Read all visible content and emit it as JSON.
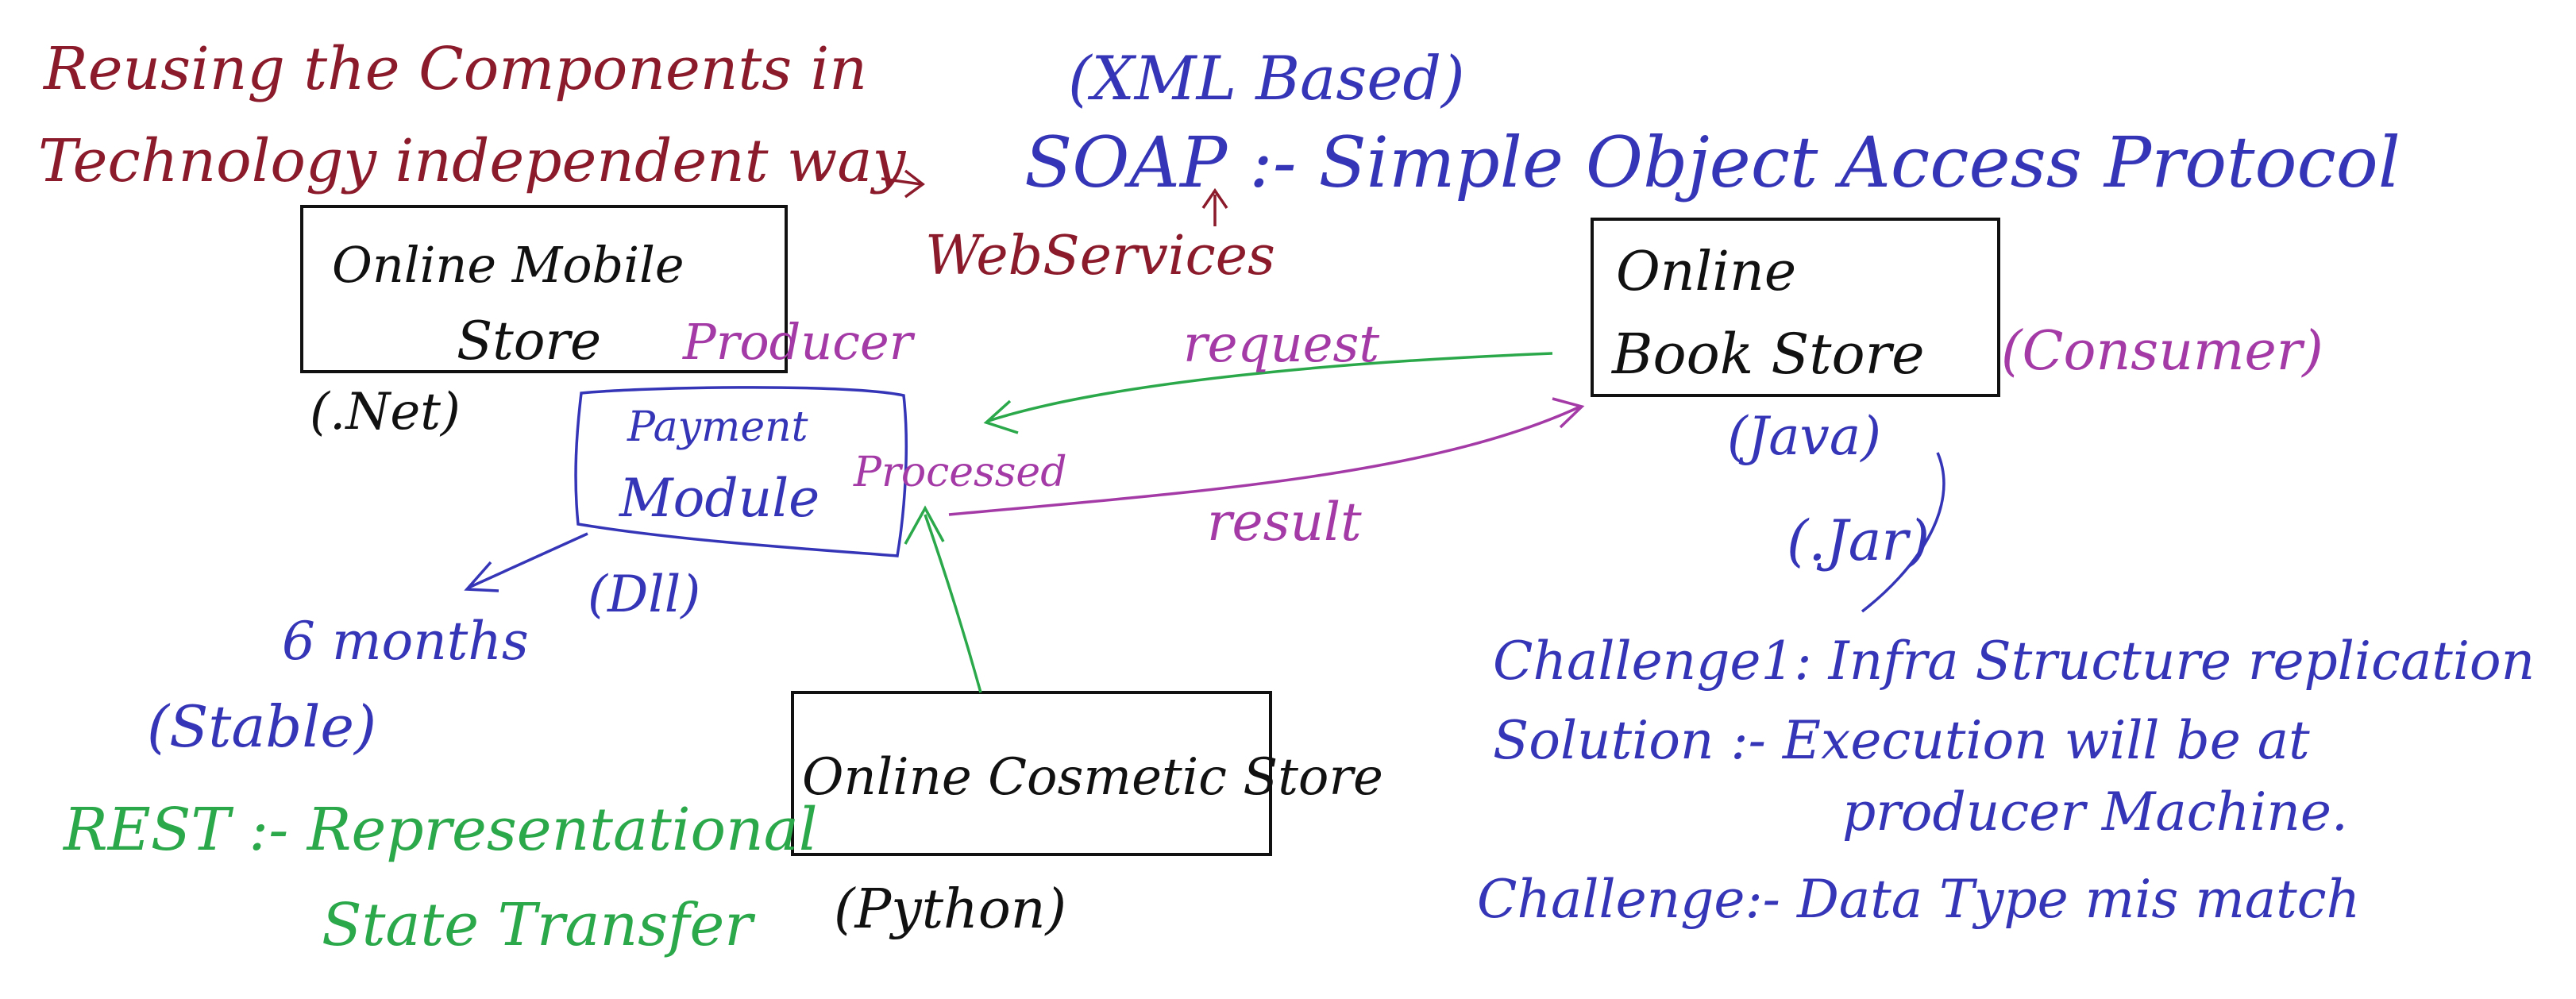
{
  "heading": {
    "line1": "Reusing the Components in",
    "line2": "Technology independent way",
    "arrow_target": "WebServices"
  },
  "soap": {
    "xml_based": "(XML Based)",
    "definition": "SOAP :- Simple Object Access Protocol"
  },
  "mobile_store": {
    "line1": "Online Mobile",
    "line2": "Store",
    "tech": "(.Net)",
    "role": "Producer"
  },
  "payment_module": {
    "line1": "Payment",
    "line2": "Module",
    "dll": "(Dll)",
    "processed": "Processed"
  },
  "book_store": {
    "line1": "Online",
    "line2": "Book Store",
    "role": "(Consumer)",
    "tech": "(Java)",
    "jar": "(.Jar)"
  },
  "flows": {
    "request": "request",
    "result": "result"
  },
  "stable": {
    "months": "6 months",
    "label": "(Stable)"
  },
  "cosmetic_store": {
    "label": "Online Cosmetic Store",
    "tech": "(Python)"
  },
  "rest": {
    "line1": "REST :- Representational",
    "line2": "State Transfer"
  },
  "challenges": {
    "c1": "Challenge1: Infra Structure replication",
    "solution_a": "Solution :- Execution will be at",
    "solution_b": "producer Machine.",
    "c2": "Challenge:- Data Type mis match"
  }
}
